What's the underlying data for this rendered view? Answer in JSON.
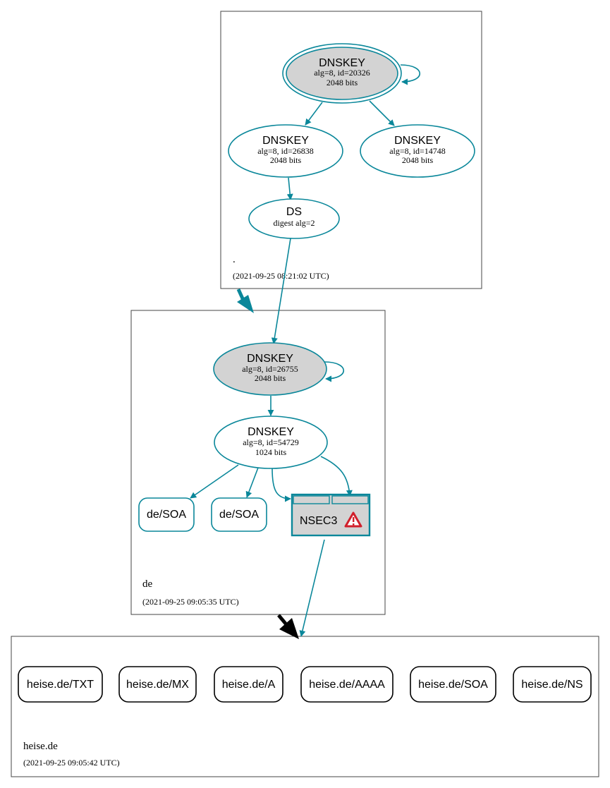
{
  "zones": {
    "root": {
      "name": ".",
      "timestamp": "(2021-09-25 08:21:02 UTC)"
    },
    "de": {
      "name": "de",
      "timestamp": "(2021-09-25 09:05:35 UTC)"
    },
    "heise": {
      "name": "heise.de",
      "timestamp": "(2021-09-25 09:05:42 UTC)"
    }
  },
  "nodes": {
    "root_ksk": {
      "title": "DNSKEY",
      "line1": "alg=8, id=20326",
      "line2": "2048 bits"
    },
    "root_zsk1": {
      "title": "DNSKEY",
      "line1": "alg=8, id=26838",
      "line2": "2048 bits"
    },
    "root_zsk2": {
      "title": "DNSKEY",
      "line1": "alg=8, id=14748",
      "line2": "2048 bits"
    },
    "root_ds": {
      "title": "DS",
      "line1": "digest alg=2"
    },
    "de_ksk": {
      "title": "DNSKEY",
      "line1": "alg=8, id=26755",
      "line2": "2048 bits"
    },
    "de_zsk": {
      "title": "DNSKEY",
      "line1": "alg=8, id=54729",
      "line2": "1024 bits"
    },
    "de_soa1": {
      "label": "de/SOA"
    },
    "de_soa2": {
      "label": "de/SOA"
    },
    "de_nsec3": {
      "label": "NSEC3"
    }
  },
  "heise_records": [
    "heise.de/TXT",
    "heise.de/MX",
    "heise.de/A",
    "heise.de/AAAA",
    "heise.de/SOA",
    "heise.de/NS"
  ],
  "colors": {
    "edge": "#0a879a",
    "ksk_fill": "#d3d3d3",
    "warning": "#d11f2b",
    "zone_border": "#444444"
  }
}
